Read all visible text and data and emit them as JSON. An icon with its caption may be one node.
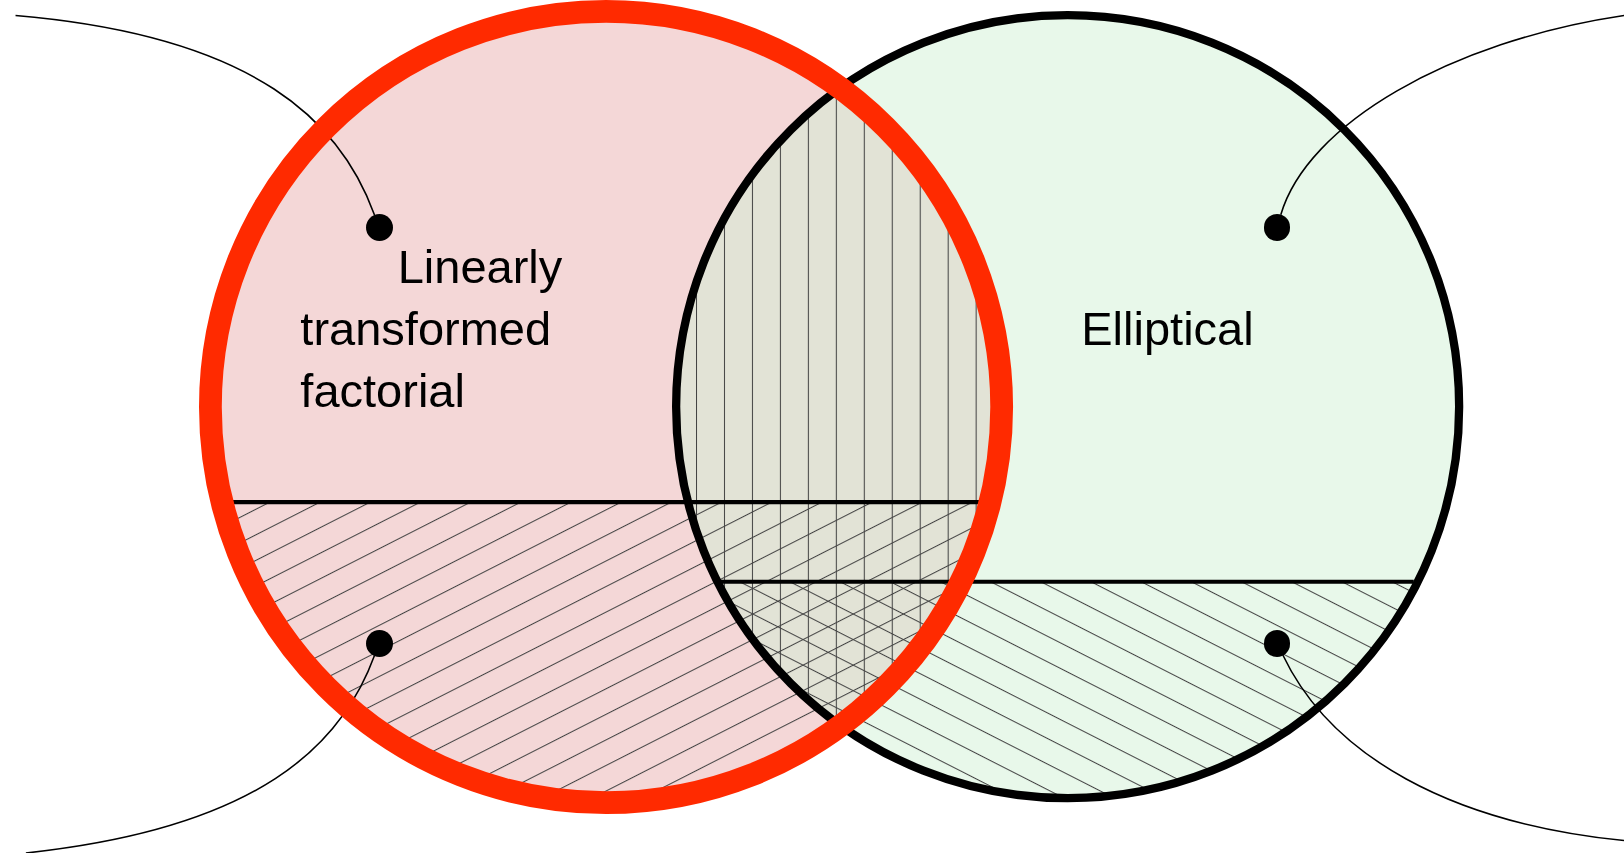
{
  "diagram": {
    "nodes": [
      {
        "text": [
          "Linearly transformed factorial"
        ]
      },
      {
        "text": [
          "Elliptical"
        ]
      },
      {
        "text": [],
        "shape": "circle",
        "in": 0
      },
      {
        "text": [],
        "shape": "circle",
        "in": 1
      },
      {
        "text": [],
        "shape": "circle",
        "in": 0
      },
      {
        "text": [],
        "shape": "circle",
        "in": 1
      }
    ],
    "edges": [
      {
        "from": 2,
        "to": null,
        "arrow": "none"
      },
      {
        "from": 3,
        "to": null,
        "arrow": "none"
      },
      {
        "from": 4,
        "to": null,
        "arrow": "none"
      },
      {
        "from": 5,
        "to": null,
        "arrow": "none"
      }
    ]
  }
}
